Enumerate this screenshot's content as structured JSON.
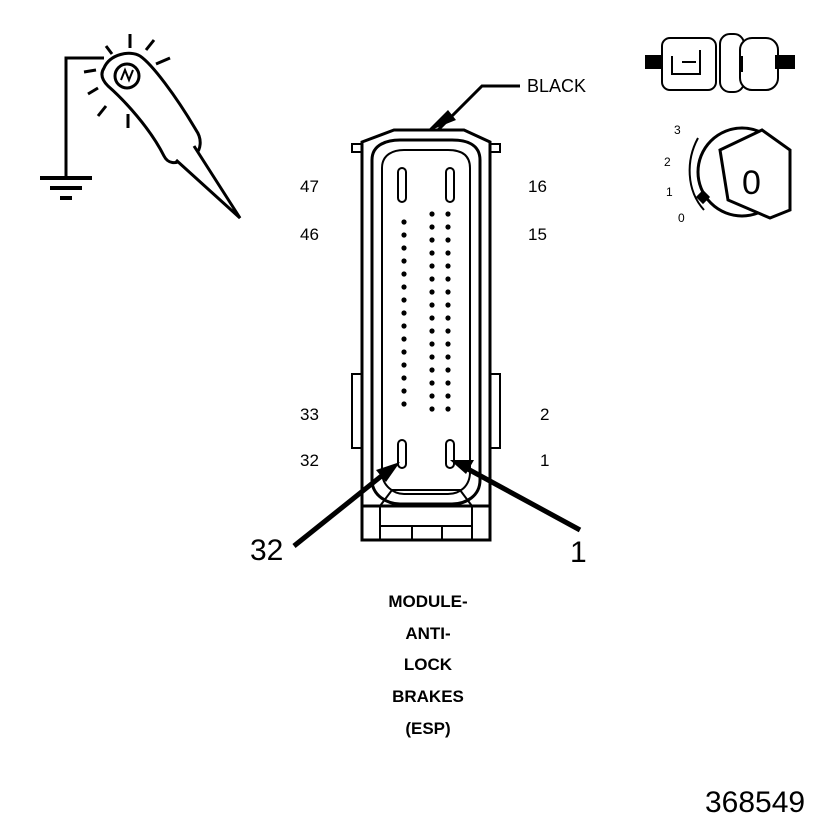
{
  "connector": {
    "color_label": "BLACK",
    "pin_labels": {
      "top_left": "47",
      "top_right": "16",
      "second_left": "46",
      "second_right": "15",
      "lower_left": "33",
      "lower_right": "2",
      "bottom_left": "32",
      "bottom_right": "1"
    },
    "callout_left": "32",
    "callout_right": "1"
  },
  "module_title": [
    "MODULE-",
    "ANTI-",
    "LOCK",
    "BRAKES",
    "(ESP)"
  ],
  "ignition_positions": [
    "3",
    "2",
    "1",
    "0"
  ],
  "ignition_key_glyph": "0",
  "figure_number": "368549",
  "icons": {
    "test_light": "test-lamp-icon",
    "ground": "ground-icon",
    "connector_pair": "disconnected-connector-icon",
    "ignition": "ignition-switch-icon"
  }
}
